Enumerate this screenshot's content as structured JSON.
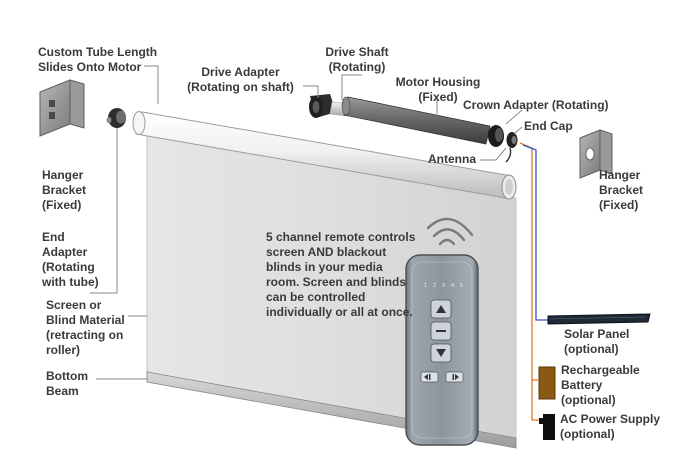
{
  "labels": {
    "custom_tube": "Custom Tube Length\nSlides Onto Motor",
    "drive_shaft": "Drive Shaft\n(Rotating)",
    "drive_adapter": "Drive Adapter\n(Rotating on shaft)",
    "motor_housing": "Motor Housing\n(Fixed)",
    "crown_adapter": "Crown Adapter (Rotating)",
    "end_cap": "End Cap",
    "antenna": "Antenna",
    "hanger_left": "Hanger\nBracket\n(Fixed)",
    "hanger_right": "Hanger\nBracket\n(Fixed)",
    "end_adapter": "End\nAdapter\n(Rotating\nwith tube)",
    "screen_material": "Screen or\nBlind Material\n(retracting on\nroller)",
    "bottom_beam": "Bottom\nBeam",
    "solar_panel": "Solar Panel\n(optional)",
    "rechargeable_battery": "Rechargeable\nBattery\n(optional)",
    "ac_power": "AC Power Supply\n(optional)"
  },
  "remote": {
    "description": "5 channel remote controls screen AND blackout blinds in your media room. Screen and blinds can be controlled individually or all at once.",
    "channels": [
      "1",
      "2",
      "3",
      "4",
      "5"
    ]
  },
  "colors": {
    "label_text": "#3a3a3a",
    "wire_orange": "#e07a2a",
    "wire_blue": "#3a55c8",
    "battery": "#8a5a14",
    "solar_panel": "#1e2a36"
  }
}
